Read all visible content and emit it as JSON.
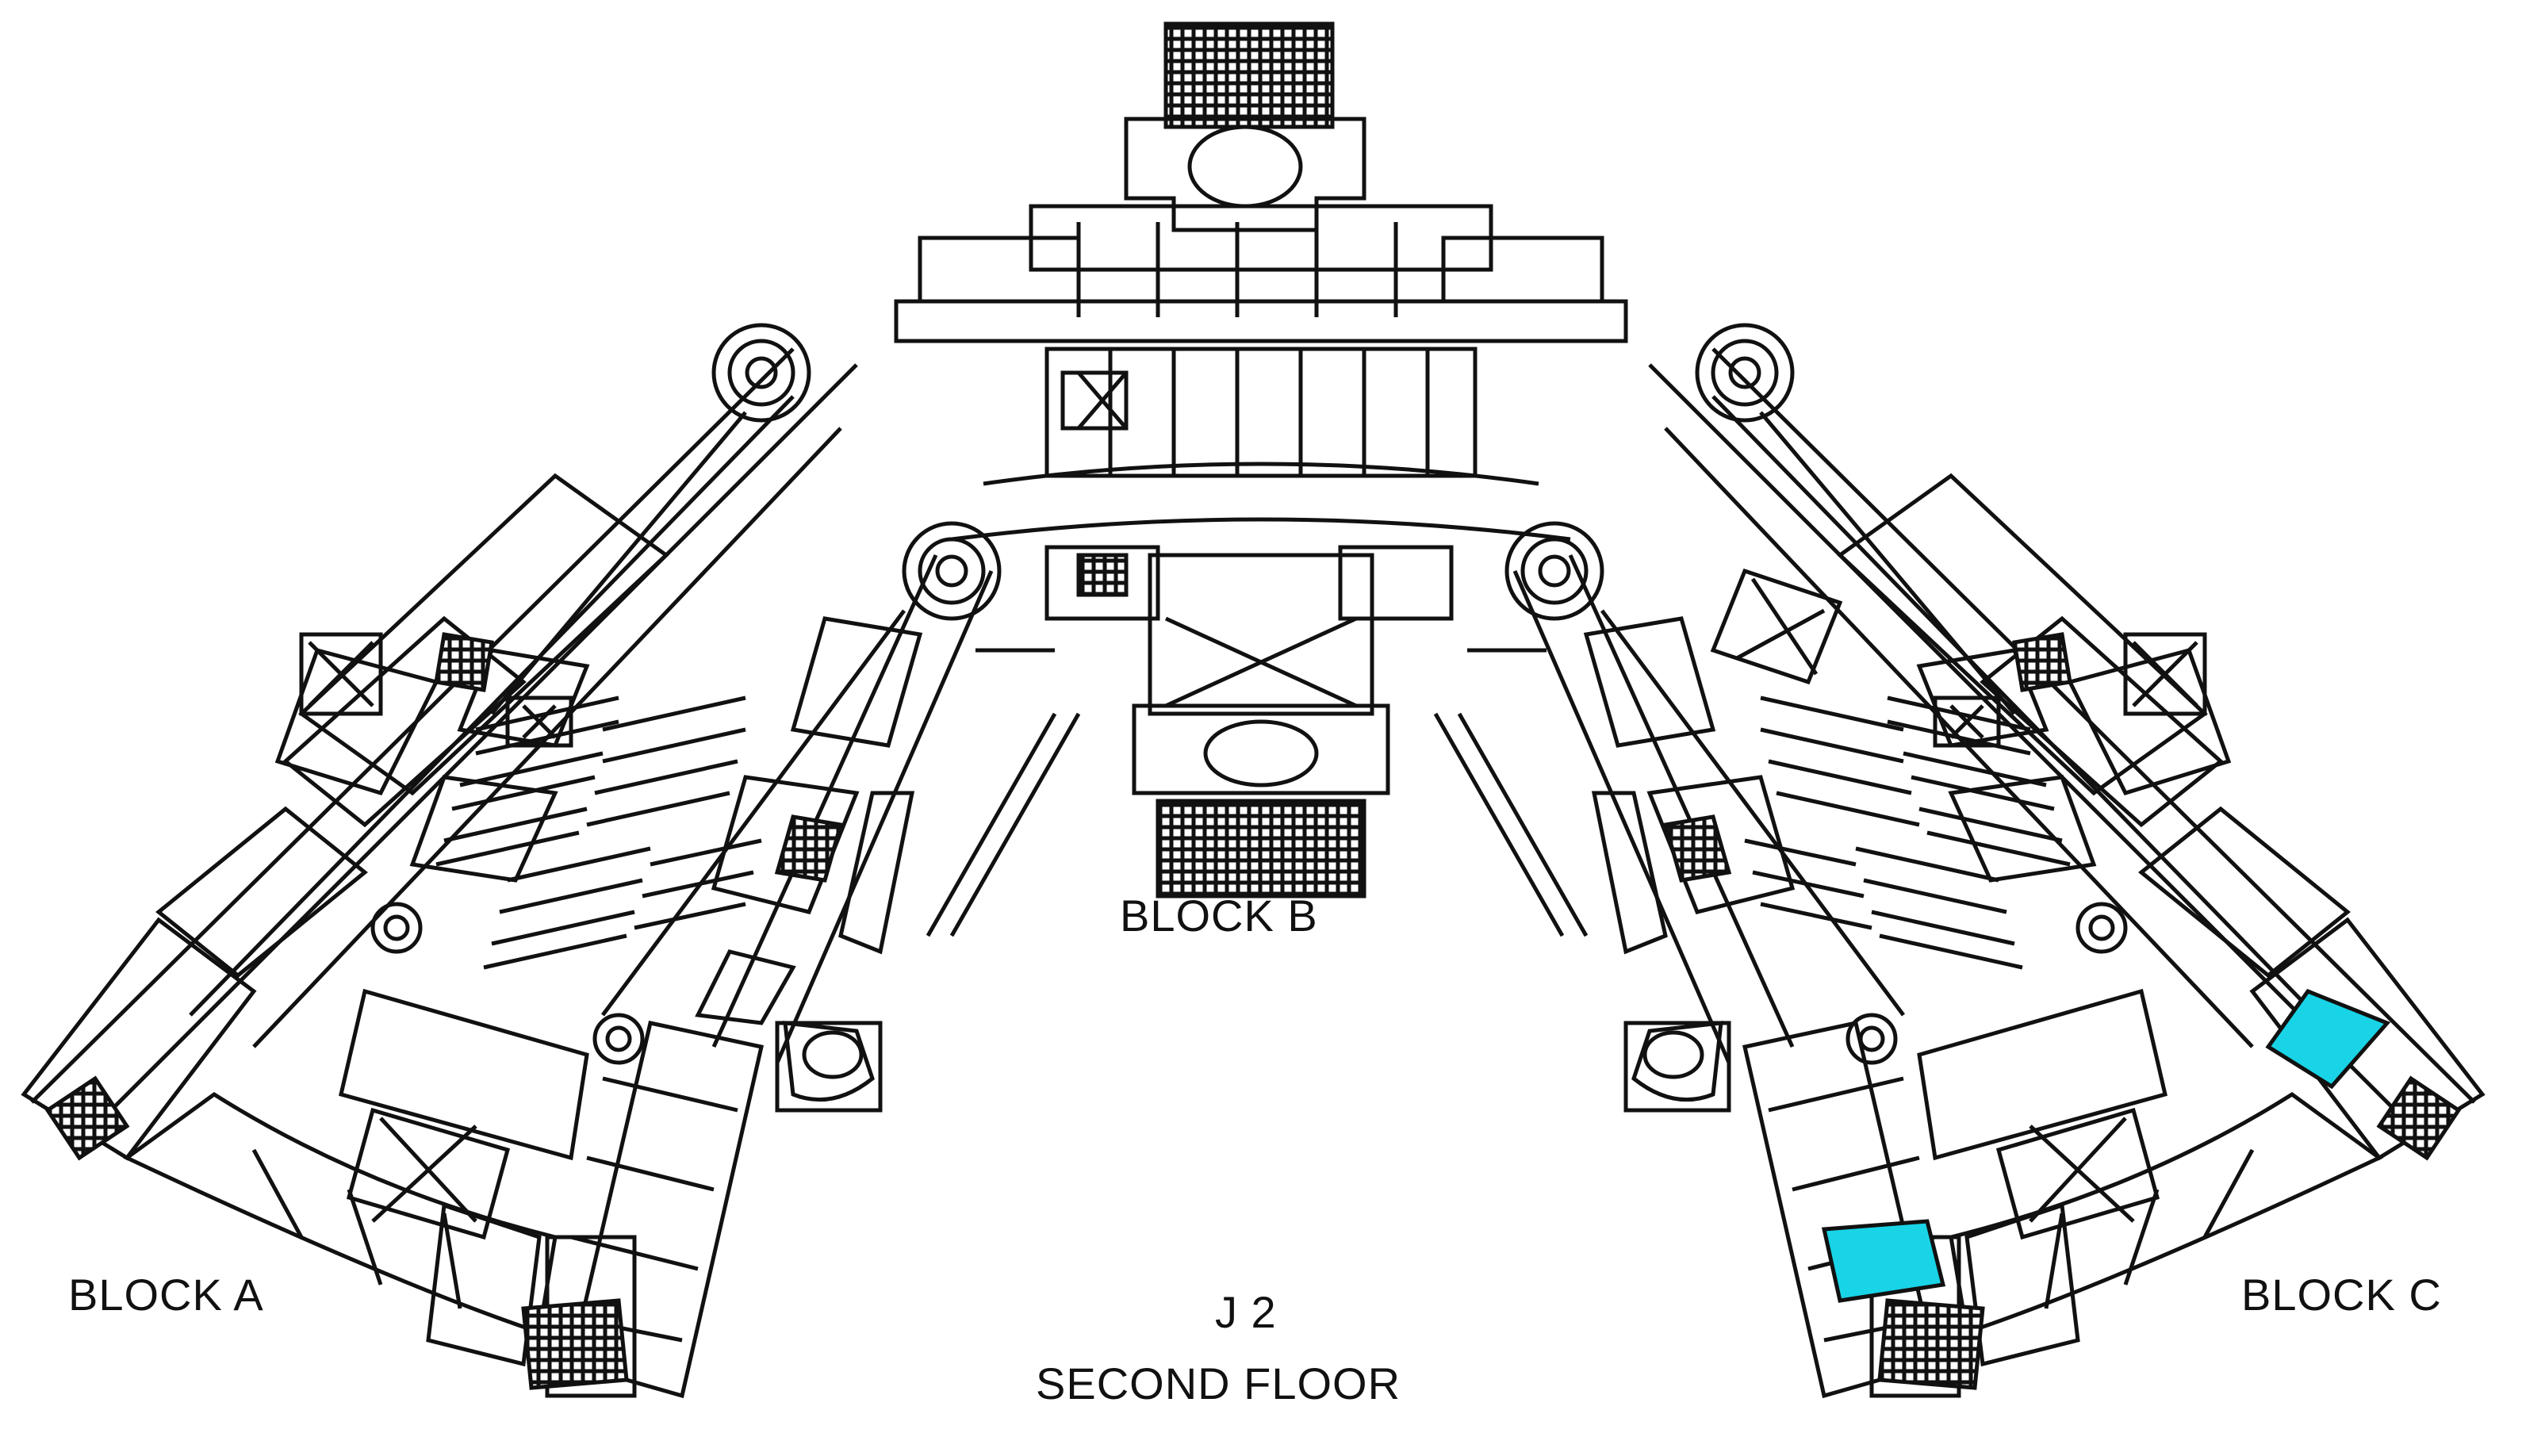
{
  "labels": {
    "block_a": "BLOCK A",
    "block_b": "BLOCK B",
    "block_c": "BLOCK C",
    "building_id": "J 2",
    "floor": "SECOND FLOOR"
  },
  "colors": {
    "line": "#111111",
    "highlight": "#18d4e6",
    "background": "#ffffff"
  },
  "highlighted_rooms": 2
}
